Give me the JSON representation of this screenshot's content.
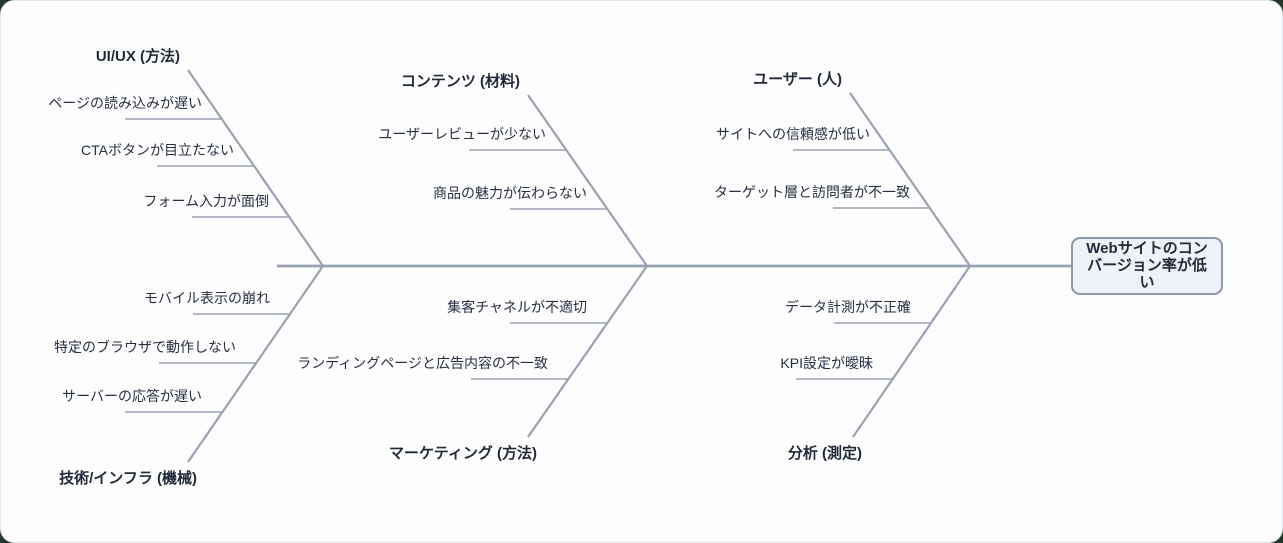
{
  "diagram": {
    "type": "fishbone",
    "effect": {
      "label": "Webサイトのコンバージョン率が低い",
      "lines": [
        "Webサイトのコン",
        "バージョン率が低",
        "い"
      ]
    },
    "branches": [
      {
        "label": "UI/UX (方法)",
        "position": "top-left",
        "causes": [
          "ページの読み込みが遅い",
          "CTAボタンが目立たない",
          "フォーム入力が面倒"
        ]
      },
      {
        "label": "コンテンツ (材料)",
        "position": "top-middle",
        "causes": [
          "ユーザーレビューが少ない",
          "商品の魅力が伝わらない"
        ]
      },
      {
        "label": "ユーザー (人)",
        "position": "top-right",
        "causes": [
          "サイトへの信頼感が低い",
          "ターゲット層と訪問者が不一致"
        ]
      },
      {
        "label": "技術/インフラ (機械)",
        "position": "bottom-left",
        "causes": [
          "モバイル表示の崩れ",
          "特定のブラウザで動作しない",
          "サーバーの応答が遅い"
        ]
      },
      {
        "label": "マーケティング (方法)",
        "position": "bottom-middle",
        "causes": [
          "集客チャネルが不適切",
          "ランディングページと広告内容の不一致"
        ]
      },
      {
        "label": "分析 (測定)",
        "position": "bottom-right",
        "causes": [
          "データ計測が不正確",
          "KPI設定が曖昧"
        ]
      }
    ],
    "colors": {
      "line": "#9aa2b0",
      "text": "#1f2937",
      "canvas": "#fdfdfe",
      "effect_fill": "#eef1f5",
      "effect_border": "#8d97a7"
    }
  }
}
